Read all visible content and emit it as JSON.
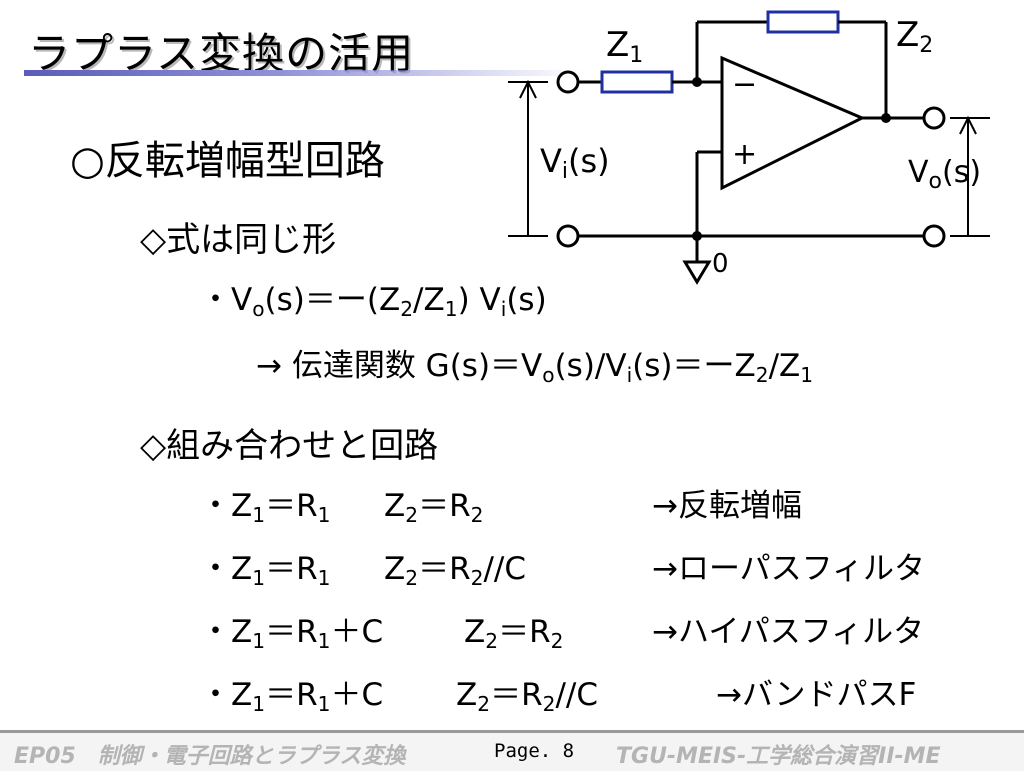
{
  "slide": {
    "title": "ラプラス変換の活用",
    "heading": "○反転増幅型回路",
    "section1": {
      "label": "◇式は同じ形",
      "eq_prefix": "・V",
      "eq_sub_o": "o",
      "eq_mid": "(s)＝ー(Z",
      "eq_sub2": "2",
      "eq_slash": "/Z",
      "eq_sub1": "1",
      "eq_end": ") V",
      "eq_sub_i": "i",
      "eq_tail": "(s)",
      "tf_prefix": "→ 伝達関数  G(s)＝V",
      "tf_sub_o": "o",
      "tf_mid": "(s)/V",
      "tf_sub_i": "i",
      "tf_mid2": "(s)＝ーZ",
      "tf_sub2": "2",
      "tf_slash": "/Z",
      "tf_sub1": "1"
    },
    "section2": {
      "label": "◇組み合わせと回路",
      "rows": [
        {
          "z1": "R",
          "z1_sub": "1",
          "z1_extra": "",
          "z2": "R",
          "z2_sub": "2",
          "z2_extra": "",
          "result": "→反転増幅"
        },
        {
          "z1": "R",
          "z1_sub": "1",
          "z1_extra": "",
          "z2": "R",
          "z2_sub": "2",
          "z2_extra": "//C",
          "result": "→ローパスフィルタ"
        },
        {
          "z1": "R",
          "z1_sub": "1",
          "z1_extra": "＋C",
          "z2": "R",
          "z2_sub": "2",
          "z2_extra": "",
          "result": "→ハイパスフィルタ"
        },
        {
          "z1": "R",
          "z1_sub": "1",
          "z1_extra": "＋C",
          "z2": "R",
          "z2_sub": "2",
          "z2_extra": "//C",
          "result": "→バンドパスF"
        }
      ],
      "z1_label": "・Z",
      "z2_label": "Z",
      "sub1": "1",
      "sub2": "2",
      "eq": "＝"
    },
    "circuit": {
      "z1_label": "Z",
      "z1_sub": "1",
      "z2_label": "Z",
      "z2_sub": "2",
      "vi_label": "V",
      "vi_sub": "i",
      "vi_tail": "(s)",
      "vo_label": "V",
      "vo_sub": "o",
      "vo_tail": "(s)",
      "minus": "−",
      "plus": "+",
      "ground": "0"
    },
    "footer": {
      "left": "EP05　制御・電子回路とラプラス変換",
      "page": "Page. 8",
      "right": "TGU-MEIS-工学総合演習II-ME"
    }
  }
}
